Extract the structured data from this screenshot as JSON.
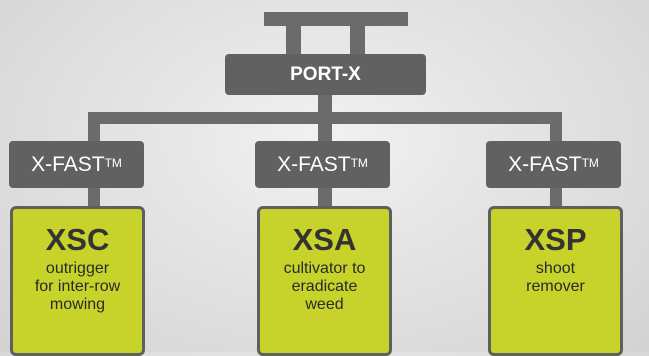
{
  "root": {
    "label": "PORT-X"
  },
  "modules": [
    {
      "adapter": "X-FAST",
      "trademark": "TM",
      "code": "XSC",
      "description_lines": [
        "outrigger",
        "for inter-row",
        "mowing"
      ]
    },
    {
      "adapter": "X-FAST",
      "trademark": "TM",
      "code": "XSA",
      "description_lines": [
        "cultivator to",
        "eradicate",
        "weed"
      ]
    },
    {
      "adapter": "X-FAST",
      "trademark": "TM",
      "code": "XSP",
      "description_lines": [
        "shoot",
        "remover"
      ]
    }
  ],
  "colors": {
    "box_dark": "#616161",
    "connector": "#6b6b6b",
    "card_fill": "#c7d22b",
    "card_border": "#5f5f5f",
    "background": "#e6e6e7"
  }
}
